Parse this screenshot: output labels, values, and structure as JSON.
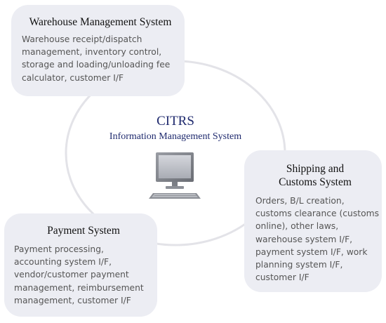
{
  "center": {
    "title": "CITRS",
    "subtitle": "Information Management System",
    "icon": "computer-icon"
  },
  "nodes": {
    "warehouse": {
      "title": "Warehouse Management System",
      "description_lines": [
        "Warehouse receipt/dispatch",
        "management, inventory control,",
        "storage and loading/unloading fee",
        "calculator, customer I/F"
      ]
    },
    "shipping": {
      "title_lines": [
        "Shipping and",
        "Customs System"
      ],
      "description_lines": [
        "Orders, B/L creation,",
        "customs clearance (customs",
        "online), other laws,",
        "warehouse system I/F,",
        "payment system I/F, work",
        "planning system I/F,",
        "customer I/F"
      ]
    },
    "payment": {
      "title": "Payment System",
      "description_lines": [
        "Payment processing,",
        "accounting system I/F,",
        "vendor/customer payment",
        "management, reimbursement",
        "management, customer I/F"
      ]
    }
  },
  "colors": {
    "box_fill": "#ecedf3",
    "ring_stroke": "#e3e3e8",
    "center_text": "#1f2a6e",
    "desc_text": "#555555"
  }
}
